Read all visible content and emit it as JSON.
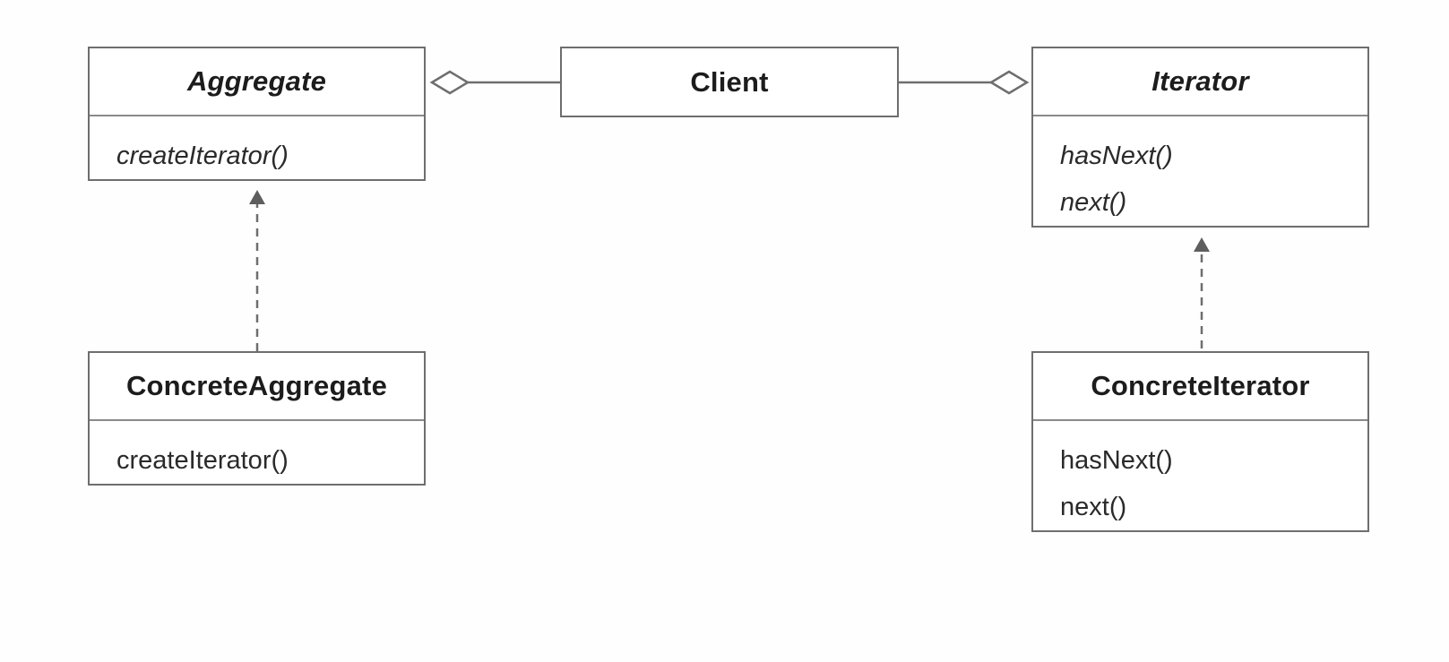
{
  "diagram": {
    "classes": {
      "aggregate": {
        "name": "Aggregate",
        "abstract": true,
        "operations": [
          "createIterator()"
        ]
      },
      "client": {
        "name": "Client",
        "abstract": false,
        "operations": []
      },
      "iterator": {
        "name": "Iterator",
        "abstract": true,
        "operations": [
          "hasNext()",
          "next()"
        ]
      },
      "concrete_aggregate": {
        "name": "ConcreteAggregate",
        "abstract": false,
        "operations": [
          "createIterator()"
        ]
      },
      "concrete_iterator": {
        "name": "ConcreteIterator",
        "abstract": false,
        "operations": [
          "hasNext()",
          "next()"
        ]
      }
    },
    "relations": [
      {
        "from": "Client",
        "to": "Aggregate",
        "kind": "aggregation"
      },
      {
        "from": "Client",
        "to": "Iterator",
        "kind": "aggregation"
      },
      {
        "from": "ConcreteAggregate",
        "to": "Aggregate",
        "kind": "realization"
      },
      {
        "from": "ConcreteIterator",
        "to": "Iterator",
        "kind": "realization"
      }
    ],
    "colors": {
      "border": "#6e6e6e",
      "divider": "#8a8a8a",
      "line": "#6e6e6e",
      "text": "#1c1c1c",
      "background": "#ffffff"
    }
  }
}
